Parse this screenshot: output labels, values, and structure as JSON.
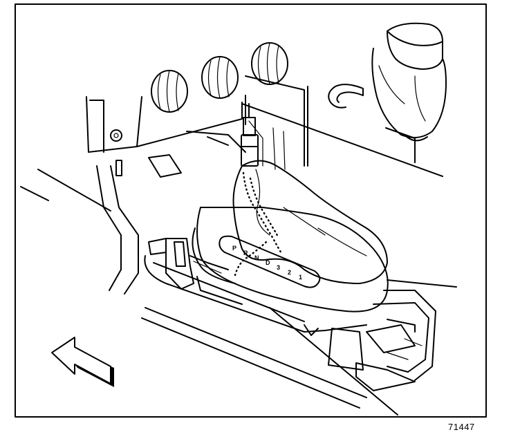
{
  "figure": {
    "figure_id": "71447",
    "shift_pattern": [
      "P",
      "R",
      "N",
      "D",
      "3",
      "2",
      "1"
    ]
  },
  "icons": {
    "direction": "left-arrow-icon"
  },
  "colors": {
    "line": "#000000",
    "background": "#ffffff"
  }
}
